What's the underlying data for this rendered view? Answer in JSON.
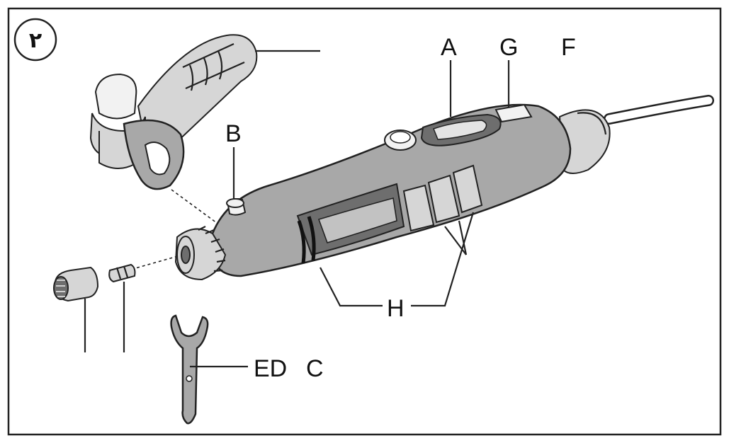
{
  "figure_number": "٢",
  "labels": {
    "A": "A",
    "G": "G",
    "F": "F",
    "B": "B",
    "H": "H",
    "ED": "ED",
    "C": "C"
  },
  "parts": [
    "auxiliary-handle",
    "rotary-tool-body",
    "power-cord",
    "collet-nut",
    "collet",
    "wrench"
  ]
}
